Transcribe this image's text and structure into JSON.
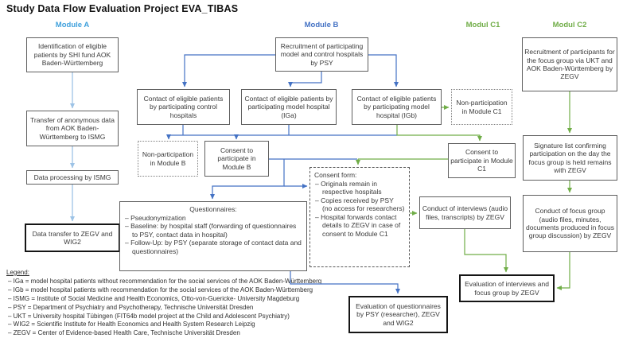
{
  "title": "Study Data Flow Evaluation Project EVA_TIBAS",
  "colors": {
    "module_a_header": "#3FA0DC",
    "module_a_arrows": "#9DC3E6",
    "module_b_header": "#4472C4",
    "module_b_arrows": "#4472C4",
    "module_c_green": "#70AD47",
    "box_border": "#5F5F5F",
    "bold_box_border": "#151515"
  },
  "module_headers": [
    {
      "label": "Module A"
    },
    {
      "label": "Module B"
    },
    {
      "label": "Modul C1"
    },
    {
      "label": "Modul C2"
    }
  ],
  "nodes": {
    "a1": "Identification of eligible patients by SHI fund AOK Baden-Württemberg",
    "a2": "Transfer of anonymous data from AOK Baden-Württemberg to ISMG",
    "a3": "Data processing by ISMG",
    "a4": "Data transfer to ZEGV and WIG2",
    "b_recruit": "Recruitment of participating model and control hospitals by PSY",
    "contact_control": "Contact of eligible patients by participating control hospitals",
    "contact_iga": "Contact of eligible patients by participating model hospital (IGa)",
    "contact_igb": "Contact of eligible patients by participating model hospital (IGb)",
    "nonpart_b": "Non-participation in Module B",
    "consent_b": "Consent to participate in Module B",
    "nonpart_c1": "Non-participation in Module C1",
    "consent_c1": "Consent to participate in Module C1",
    "questionnaires": {
      "title": "Questionnaires:",
      "items": [
        "– Pseudonymization",
        "– Baseline: by hospital staff (forwarding of questionnaires to PSY, contact data in hospital)",
        "– Follow-Up: by PSY (separate storage of contact data and questionnaires)"
      ]
    },
    "consent_form": {
      "title": "Consent form:",
      "items": [
        "– Originals remain in respective hospitals",
        "– Copies received by PSY (no access for researchers)",
        "– Hospital forwards contact details to ZEGV in case of consent to Module C1"
      ]
    },
    "eval_quest": "Evaluation of questionnaires by PSY (researcher), ZEGV and WIG2",
    "conduct_interviews": "Conduct of interviews (audio files, transcripts) by ZEGV",
    "eval_interviews": "Evaluation of interviews and focus group by ZEGV",
    "c2_recruit": "Recruitment of participants for the focus group via UKT and AOK Baden-Württemberg by ZEGV",
    "signature": "Signature list confirming participation on the day the focus group is held remains with ZEGV",
    "conduct_focus": "Conduct of focus group (audio files, minutes, documents produced in focus group discussion) by ZEGV"
  },
  "legend": {
    "heading": "Legend:",
    "items": [
      "– IGa = model hospital patients without recommendation for the social services of the AOK Baden-Württemberg",
      "– IGb = model hospital patients with recommendation for the social services of the AOK Baden-Württemberg",
      "– ISMG = Institute of Social Medicine and Health Economics, Otto-von-Guericke- University Magdeburg",
      "– PSY = Department of Psychiatry and Psychotherapy, Technische Universität Dresden",
      "– UKT = University hospital Tübingen (FIT64b model project at the Child and Adolescent Psychiatry)",
      "– WIG2 = Scientific Institute for Health Economics and Health System Research Leipzig",
      "– ZEGV = Center of Evidence-based Health Care, Technische Universität Dresden"
    ]
  }
}
